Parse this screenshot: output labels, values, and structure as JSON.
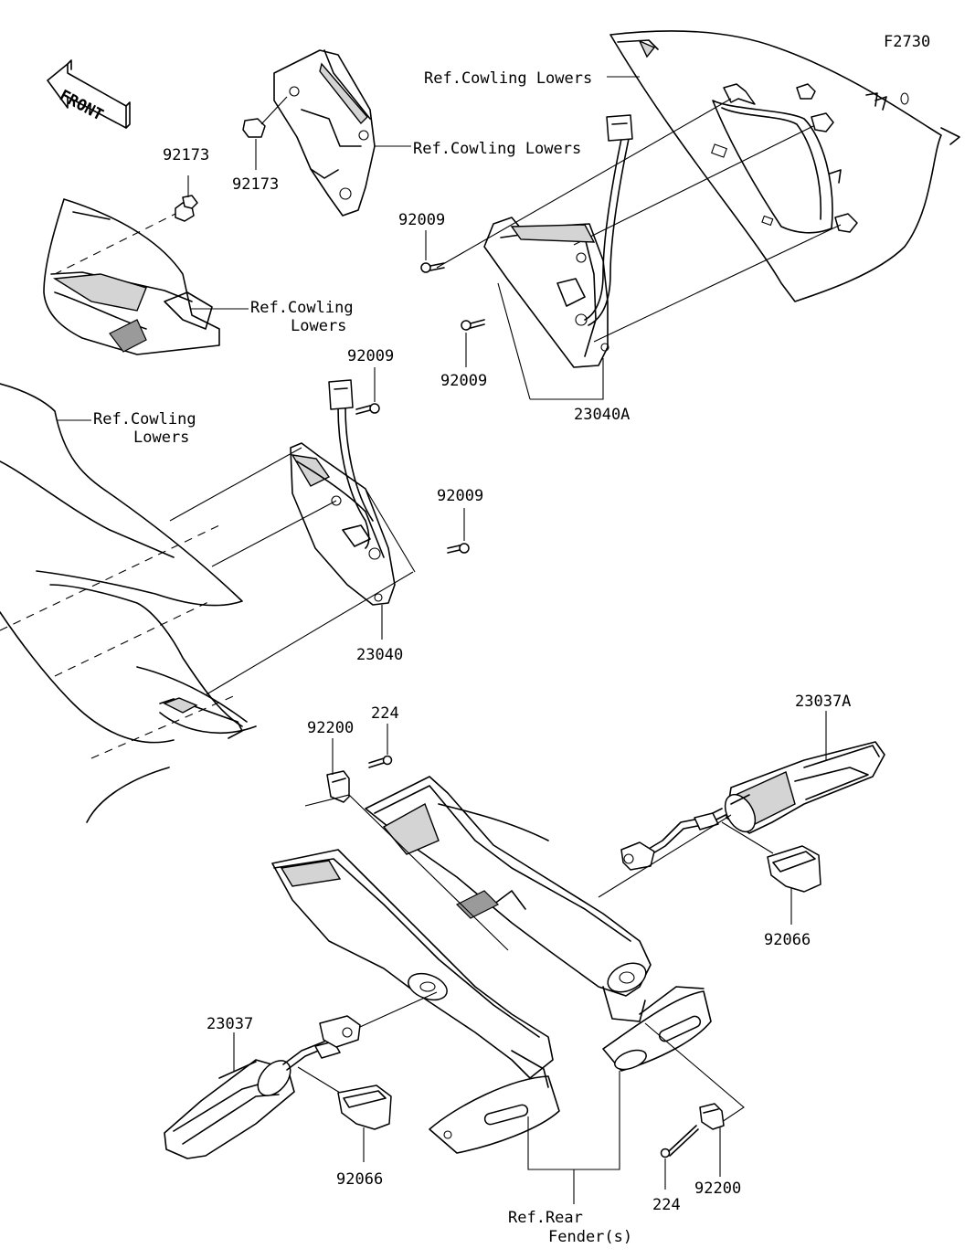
{
  "diagram_code": "F2730",
  "front_arrow": {
    "text": "FRONT",
    "icon": "front-arrow-icon"
  },
  "labels": {
    "ref_cowling_top": "Ref.Cowling Lowers",
    "ref_cowling_mid": "Ref.Cowling Lowers",
    "ref_cowling_left_1": "Ref.Cowling",
    "ref_cowling_left_2": "Lowers",
    "ref_cowling_lower_1": "Ref.Cowling",
    "ref_cowling_lower_2": "Lowers",
    "ref_rear_fender_1": "Ref.Rear",
    "ref_rear_fender_2": "Fender(s)"
  },
  "parts": {
    "p92173_a": "92173",
    "p92173_b": "92173",
    "p92009_a": "92009",
    "p92009_b": "92009",
    "p92009_c": "92009",
    "p92009_d": "92009",
    "p23040A": "23040A",
    "p23040": "23040",
    "p224_a": "224",
    "p224_b": "224",
    "p92200_a": "92200",
    "p92200_b": "92200",
    "p23037A": "23037A",
    "p23037": "23037",
    "p92066_a": "92066",
    "p92066_b": "92066"
  }
}
